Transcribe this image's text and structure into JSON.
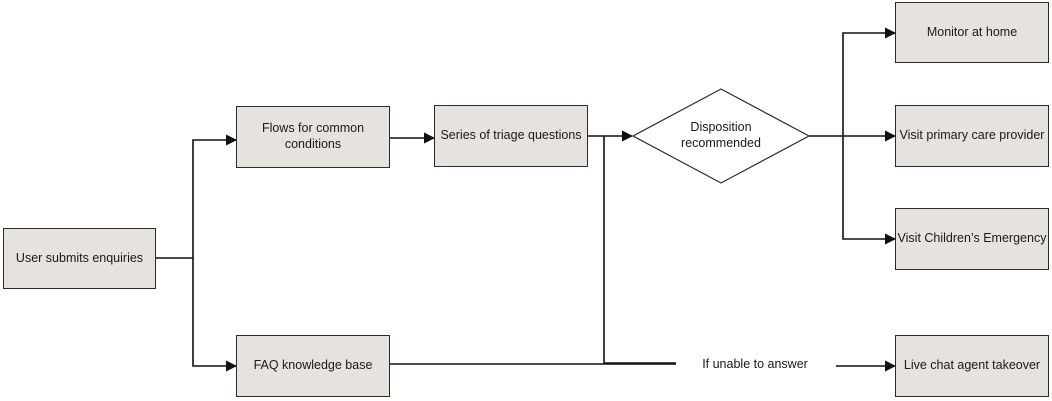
{
  "nodes": {
    "user_submits": "User submits enquiries",
    "flows_common": "Flows for common conditions",
    "faq_kb": "FAQ knowledge base",
    "triage_questions": "Series of triage questions",
    "disposition": "Disposition recommended",
    "monitor_home": "Monitor at home",
    "visit_primary": "Visit primary care provider",
    "visit_emergency": "Visit Children’s Emergency",
    "live_chat": "Live chat agent takeover"
  },
  "edge_labels": {
    "unable_to_answer": "If unable to answer"
  },
  "colors": {
    "box_fill": "#e6e2de",
    "line": "#111111"
  }
}
